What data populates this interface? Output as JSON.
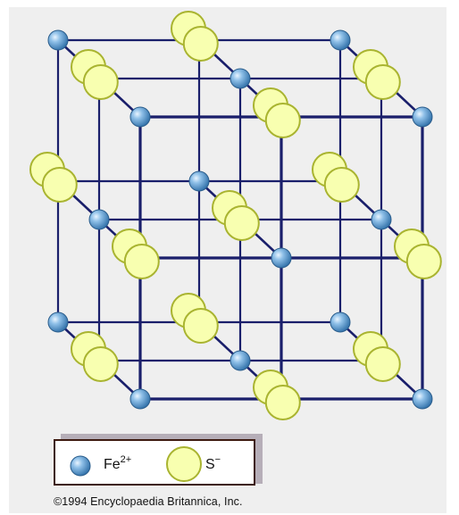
{
  "legend": {
    "iron": {
      "symbol": "Fe",
      "charge": "2+"
    },
    "sulfur": {
      "symbol": "S",
      "charge": "−"
    }
  },
  "credit": "©1994 Encyclopaedia Britannica, Inc.",
  "colors": {
    "frame": "#1a1f6b",
    "iron_fill": "#4f8cc2",
    "sulfur_fill": "#f8ffb0",
    "sulfur_stroke": "#a9b430",
    "panel": "#efefef",
    "legend_border": "#3d1a10",
    "legend_shadow": "#b6aeb8"
  },
  "icons": {
    "iron_ion": "blue-sphere",
    "sulfur_ion": "yellow-circle"
  }
}
